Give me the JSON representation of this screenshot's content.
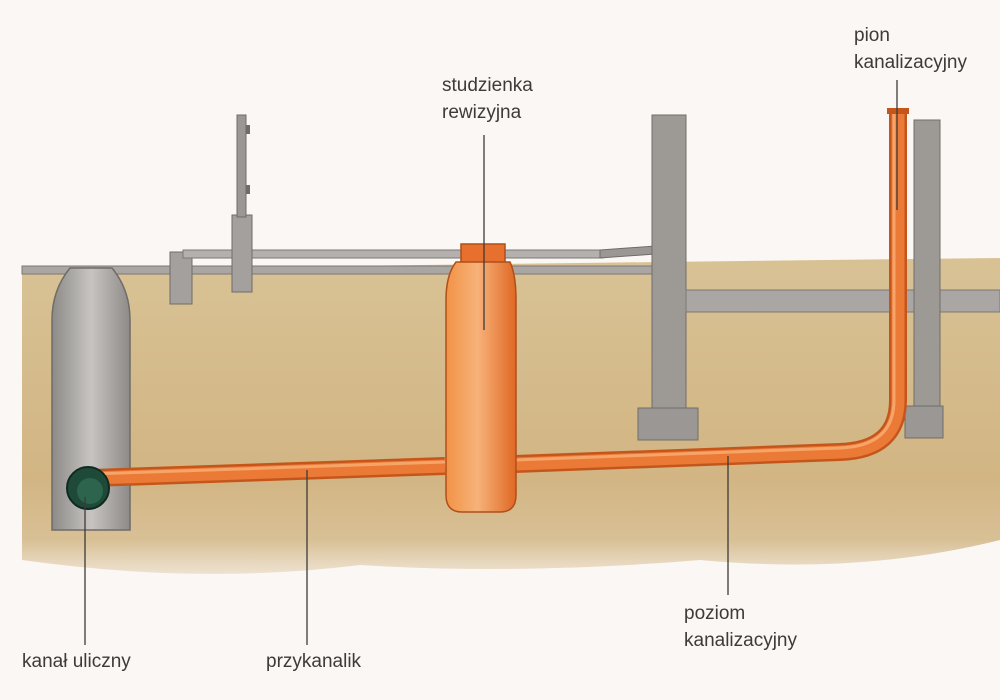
{
  "labels": {
    "inspection_well": {
      "line1": "studzienka",
      "line2": "rewizyjna"
    },
    "vertical_stack": {
      "line1": "pion",
      "line2": "kanalizacyjny"
    },
    "street_sewer": {
      "text": "kanał uliczny"
    },
    "connection_pipe": {
      "text": "przykanalik"
    },
    "horizontal_sewer": {
      "line1": "poziom",
      "line2": "kanalizacyjny"
    }
  },
  "colors": {
    "background": "#fbf7f4",
    "soil": "#d6bd90",
    "pipe": "#e8702f",
    "concrete": "#9d9a96",
    "leader_line": "#3d3a38",
    "street_sewer_pipe": "#1f4a3a"
  }
}
